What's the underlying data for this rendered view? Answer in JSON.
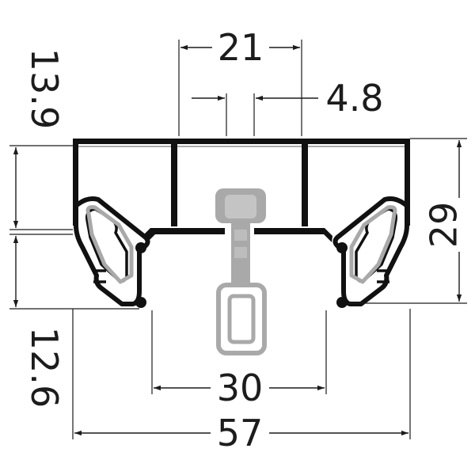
{
  "dimensions": {
    "top_width": "21",
    "slot_gap": "4.8",
    "upper_left_height": "13.9",
    "lower_left_height": "12.6",
    "right_height": "29",
    "inner_width": "30",
    "overall_width": "57"
  },
  "colors": {
    "ink": "#1c1c1c",
    "profile": "#111111",
    "carrier": "#a9a9a9",
    "background": "#ffffff"
  }
}
